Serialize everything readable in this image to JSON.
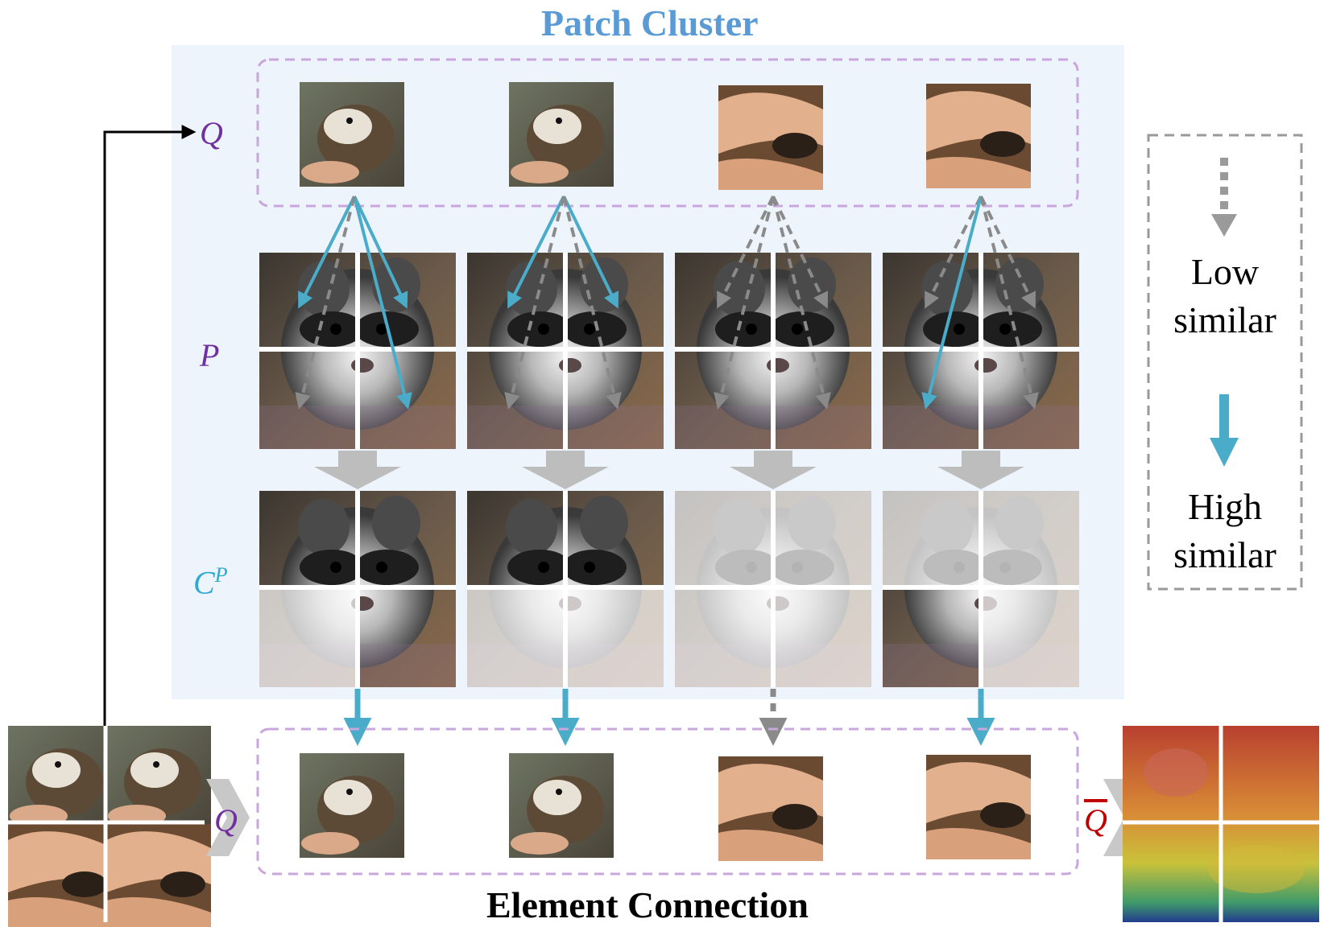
{
  "title_top": "Patch Cluster",
  "title_bottom": "Element Connection",
  "labels": {
    "q_top": "Q",
    "p": "P",
    "cp_base": "C",
    "cp_sup": "P",
    "q_bottom": "Q",
    "q_bar": "Q"
  },
  "legend": {
    "low_line1": "Low",
    "low_line2": "similar",
    "high_line1": "High",
    "high_line2": "similar"
  },
  "colors": {
    "high_arrow": "#4aacc8",
    "low_arrow": "#8a8a8a",
    "cluster_bg": "#edf4fb",
    "dashed_box": "#c9a6dc",
    "title_blue": "#5b9bd5",
    "q_purple": "#7030a0",
    "cp_cyan": "#2eaad1",
    "qbar_red": "#c00000"
  }
}
